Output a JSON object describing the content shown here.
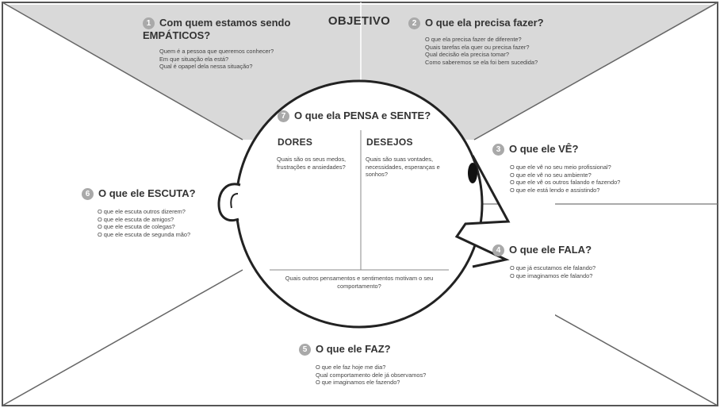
{
  "objetivo": "OBJETIVO",
  "colors": {
    "shaded": "#d9d9d9",
    "line": "#555555",
    "badge": "#a9a9a9",
    "text": "#333333"
  },
  "sections": {
    "s1": {
      "number": "1",
      "title": "Com quem estamos sendo EMPÁTICOS?",
      "questions": [
        "Quem é a pessoa que queremos conhecer?",
        "Em que situação ela está?",
        "Qual é opapel dela nessa situação?"
      ]
    },
    "s2": {
      "number": "2",
      "title": "O que ela precisa fazer?",
      "questions": [
        "O que ela precisa fazer de diferente?",
        "Quais tarefas ela quer ou precisa fazer?",
        "Qual decisão ela precisa tomar?",
        "Como saberemos se ela foi bem sucedida?"
      ]
    },
    "s3": {
      "number": "3",
      "title": "O que ele VÊ?",
      "questions": [
        "O que ele vê no seu meio profissional?",
        "O que ele vê no seu ambiente?",
        "O que ele vê os outros falando e fazendo?",
        "O que ele está lendo e assistindo?"
      ]
    },
    "s4": {
      "number": "4",
      "title": "O que ele FALA?",
      "questions": [
        "O que já escutamos ele falando?",
        "O que imaginamos ele falando?"
      ]
    },
    "s5": {
      "number": "5",
      "title": "O que ele FAZ?",
      "questions": [
        "O que ele faz hoje me dia?",
        "Qual comportamento dele já observamos?",
        "O que imaginamos ele fazendo?"
      ]
    },
    "s6": {
      "number": "6",
      "title": "O que ele ESCUTA?",
      "questions": [
        "O que ele escuta outros dizerem?",
        "O que ele escuta de amigos?",
        "O que ele escuta de colegas?",
        "O que ele escuta de segunda mão?"
      ]
    },
    "s7": {
      "number": "7",
      "title": "O que ela PENSA e SENTE?",
      "dores": {
        "title": "DORES",
        "text": "Quais são os seus medos, frustrações e ansiedades?"
      },
      "desejos": {
        "title": "DESEJOS",
        "text": "Quais são suas vontades, necessidades, esperanças e sonhos?"
      },
      "outros": "Quais outros pensamentos e sentimentos motivam o seu comportamento?"
    }
  }
}
